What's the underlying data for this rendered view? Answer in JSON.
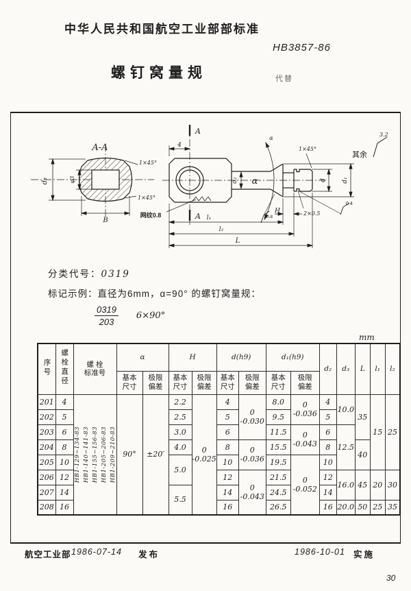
{
  "header": {
    "org_standard": "中华人民共和国航空工业部部标准",
    "standard_no": "HB3857-86",
    "title": "螺钉窝量规",
    "replaces": "代替"
  },
  "drawing": {
    "section_label": "A-A",
    "dim_d3": "d₃",
    "dim_hole": "φ3",
    "dim_width": "B",
    "chamfer_1": "1×45°",
    "chamfer_2": "1×45°",
    "chamfer_3": "1×45°",
    "knurl_note": "网纹0.8",
    "section_mark_top": "A",
    "section_mark_bottom": "A",
    "dim_head_len": "4",
    "dim_d2": "d₂",
    "angle": "α",
    "angle_small": "α",
    "dim_h": "H",
    "groove": "2×0.5",
    "dim_d": "d",
    "dim_d1": "d₁",
    "rough_cone": "0.8",
    "rough_end": "0.4",
    "rough_rest_label": "其余",
    "rough_rest_value": "3.2",
    "dim_l1": "l₁",
    "dim_l2": "l₂",
    "dim_L": "L"
  },
  "classification": {
    "code_label": "分类代号：",
    "code": "0319",
    "example_label": "标记示例：直径为6mm，α=90° 的螺钉窝量规：",
    "fraction_top": "0319",
    "fraction_bottom": "203",
    "spec": "6×90°"
  },
  "table": {
    "unit": "mm",
    "headers": {
      "seq": "序号",
      "bolt_dia": "螺栓直径",
      "bolt_std": "螺 栓\n标准号",
      "alpha": "α",
      "h": "H",
      "d": "d(h9)",
      "d1": "d₁(h9)",
      "d2": "d₂",
      "d3": "d₃",
      "L": "L",
      "l1": "l₁",
      "l2": "l₂",
      "basic": "基本\n尺寸",
      "dev": "极限\n偏差"
    },
    "bolt_standards": [
      "HB1-129~134-83",
      "HB1-140~141-83",
      "HB1-155~156-83",
      "HB1-205~206-83",
      "HB1-209~210-83"
    ],
    "alpha_basic": "90°",
    "alpha_dev": "±20′",
    "h_dev": "0\n-0.025",
    "d_dev": [
      "0\n-0.030",
      "0\n-0.036",
      "0\n-0.043"
    ],
    "d1_dev": [
      "0\n-0.036",
      "0\n-0.043",
      "0\n-0.052"
    ],
    "d3_vals": [
      "10.0",
      "12.5",
      "16.0",
      "20.0"
    ],
    "L_vals": [
      "35",
      "40",
      "45",
      "50"
    ],
    "l1_vals": [
      "15",
      "20",
      "25"
    ],
    "l2_vals": [
      "25",
      "30",
      "35"
    ],
    "rows": [
      {
        "seq": "201",
        "dia": "4",
        "h": "2.2",
        "d": "4",
        "d1": "8.0",
        "d2": "4"
      },
      {
        "seq": "202",
        "dia": "5",
        "h": "2.5",
        "d": "5",
        "d1": "9.5",
        "d2": "5"
      },
      {
        "seq": "203",
        "dia": "6",
        "h": "3.0",
        "d": "6",
        "d1": "11.5",
        "d2": "6"
      },
      {
        "seq": "204",
        "dia": "8",
        "h": "4.0",
        "d": "8",
        "d1": "15.5",
        "d2": "8"
      },
      {
        "seq": "205",
        "dia": "10",
        "h": "5.0",
        "d": "10",
        "d1": "19.5",
        "d2": "10"
      },
      {
        "seq": "206",
        "dia": "12",
        "d": "12",
        "d1": "21.5",
        "d2": "12"
      },
      {
        "seq": "207",
        "dia": "14",
        "h": "5.5",
        "d": "14",
        "d1": "24.5",
        "d2": "14"
      },
      {
        "seq": "208",
        "dia": "16",
        "d": "16",
        "d1": "26.5",
        "d2": "16"
      }
    ]
  },
  "footer": {
    "issuer": "航空工业部",
    "release_date": "1986-07-14",
    "release_label": "发布",
    "implement_date": "1986-10-01",
    "implement_label": "实施",
    "page_number": "30"
  }
}
